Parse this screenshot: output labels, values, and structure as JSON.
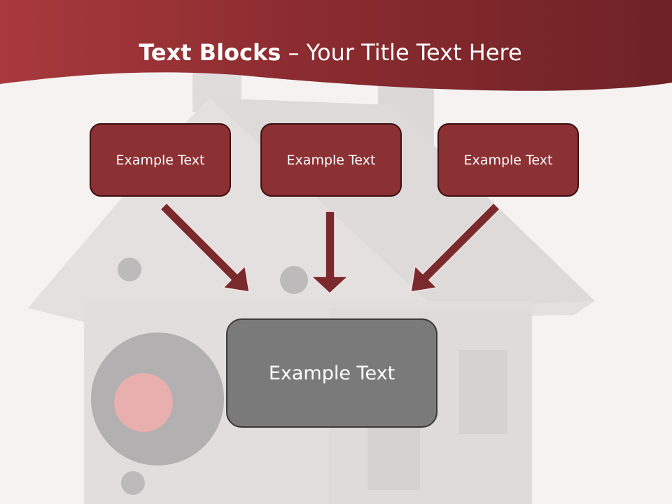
{
  "title": {
    "bold": "Text Blocks",
    "rest": " – Your Title Text Here"
  },
  "blocks": [
    {
      "label": "Example Text"
    },
    {
      "label": "Example Text"
    },
    {
      "label": "Example Text"
    }
  ],
  "target": {
    "label": "Example Text"
  },
  "colors": {
    "header": "#8b2c30",
    "block_fill": "#8b3033",
    "arrow": "#7a2a2d",
    "target_fill": "#7a7a7a"
  }
}
